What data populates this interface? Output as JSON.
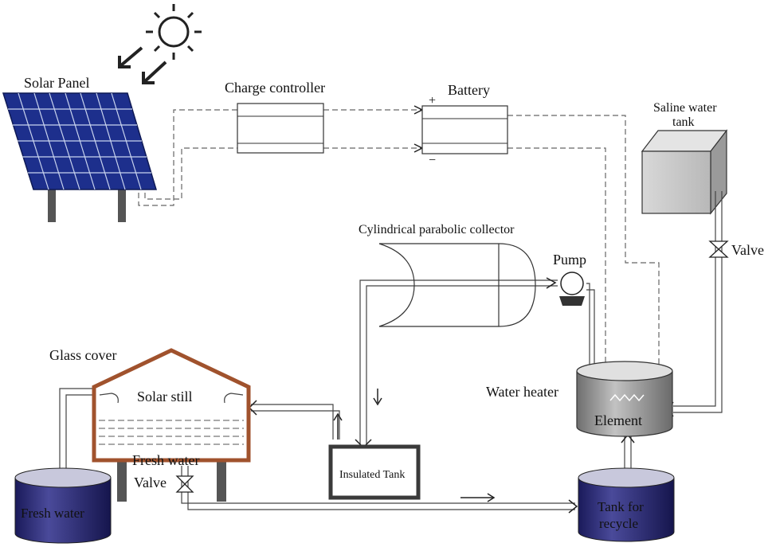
{
  "labels": {
    "solar_panel": "Solar Panel",
    "charge_controller": "Charge controller",
    "battery": "Battery",
    "battery_plus": "+",
    "battery_minus": "−",
    "saline_tank_line1": "Saline water",
    "saline_tank_line2": "tank",
    "valve_right": "Valve",
    "collector": "Cylindrical parabolic collector",
    "pump": "Pump",
    "water_heater": "Water heater",
    "element": "Element",
    "glass_cover": "Glass cover",
    "solar_still": "Solar still",
    "fresh_water_label": "Fresh water",
    "valve_left": "Valve",
    "insulated_tank": "Insulated Tank",
    "fresh_water_tank": "Fresh water",
    "recycle_tank_line1": "Tank for",
    "recycle_tank_line2": "recycle"
  },
  "colors": {
    "panel_cell": "#1d2f8c",
    "panel_grid": "#c9d4ee",
    "saline_tank": "#c9c9c9",
    "heater_fill": "#8a8a8a",
    "still_frame": "#a0522d",
    "fresh_tank": "#1f1f6e",
    "legs": "#555555"
  }
}
